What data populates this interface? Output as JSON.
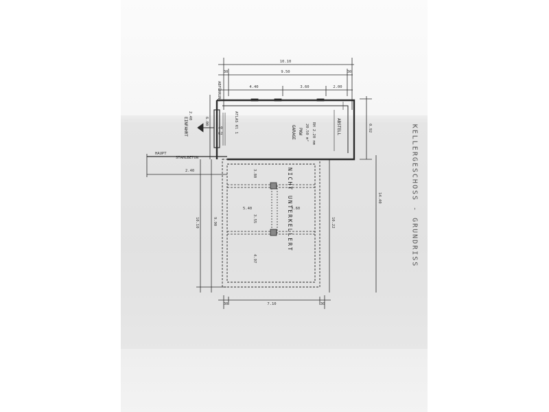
{
  "title": "KELLERGESCHOSS - GRUNDRISS",
  "rooms": {
    "garage_line1": "GARAGE",
    "garage_line2": "PKW",
    "garage_area": "20.50 m²",
    "garage_height": "RH 2.20 mm",
    "abstell": "ABSTELL",
    "unterkellert": "NICHT UNTERKELLERT",
    "einfahrt": "EINFAHRT",
    "atlas": "ATLAS Kl 1",
    "haupt": "HAUPT",
    "stahl": "STAHLBETON",
    "abfuehr": "ABFÜHRUNG"
  },
  "dimensions": {
    "top_total": "10.10",
    "top_inner": "9.50",
    "top_a": "4.40",
    "top_b": "3.60",
    "top_c": "2.00",
    "left_a": "2.40",
    "left_b": "5.40",
    "left_c": "3.60",
    "left_d": "3.55",
    "v_a": "3.80",
    "v_b": "4.97",
    "v_c": "10.10",
    "v_d": "9.90",
    "v_e": "10.22",
    "v_f": "14.40",
    "v_g": "0.92",
    "v_h": "6.00",
    "v_i": "2.40",
    "bottom_total": "7.10",
    "bottom_a": "30",
    "bottom_b": "30",
    "top_side_a": "30",
    "top_side_b": "30",
    "window_a": "40",
    "window_b": "62"
  },
  "watermark": "",
  "colors": {
    "ink": "#2a2a2a",
    "paper": "#f4f4f4"
  }
}
